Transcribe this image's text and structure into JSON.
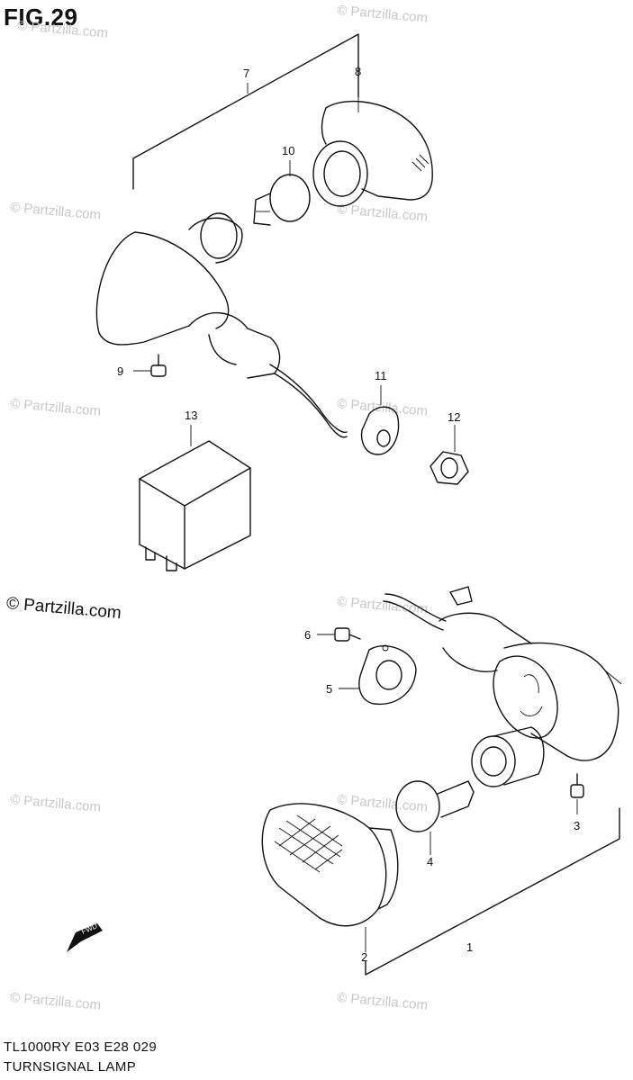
{
  "figure": {
    "title": "FIG.29",
    "model_code": "TL1000RY E03 E28  029",
    "name": "TURNSIGNAL LAMP",
    "brand_note": "© Partzilla.com",
    "watermark": "© Partzilla.com",
    "fwd_badge": "FWD"
  },
  "callouts": [
    "1",
    "2",
    "3",
    "4",
    "5",
    "6",
    "7",
    "8",
    "9",
    "10",
    "11",
    "12",
    "13"
  ]
}
